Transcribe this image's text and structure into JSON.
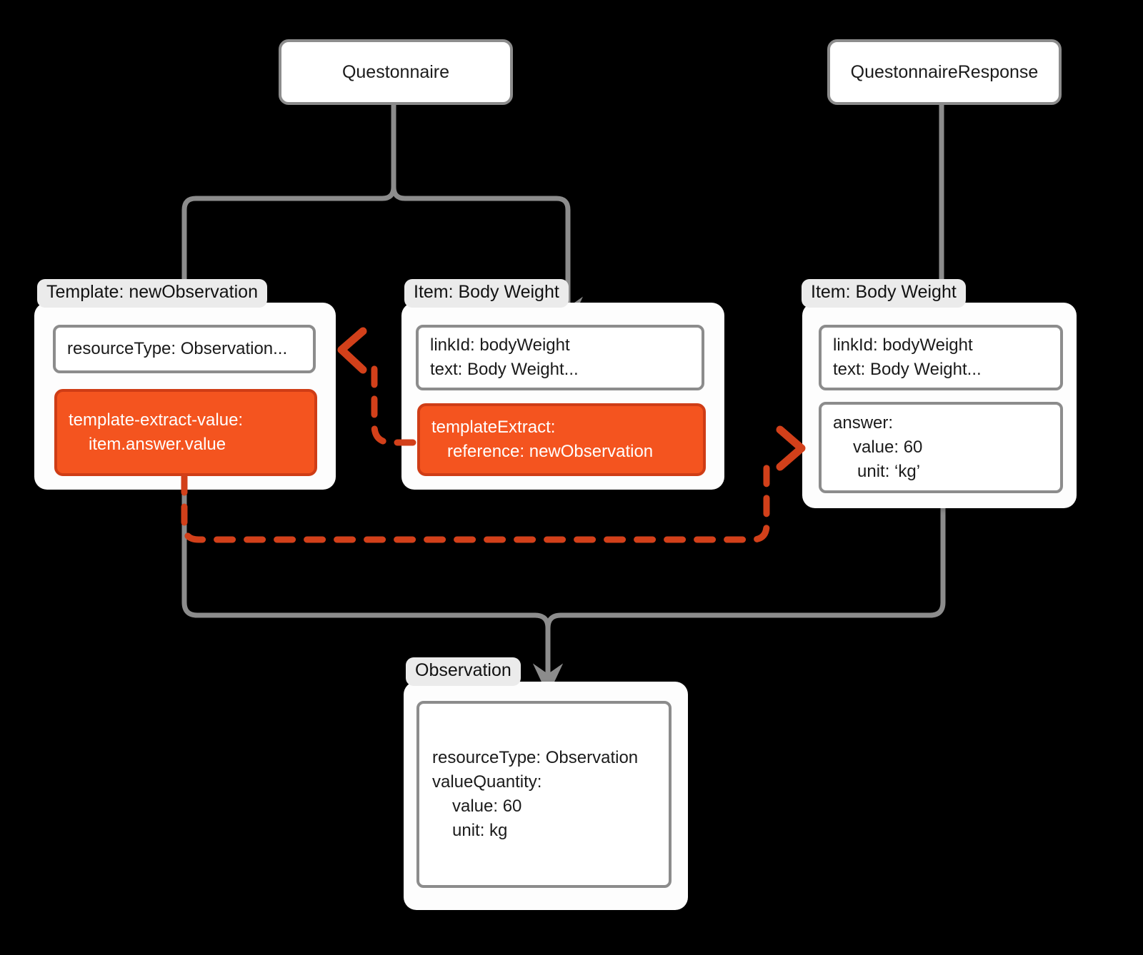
{
  "diagram": {
    "title_nodes": [
      {
        "id": "questionnaire",
        "label": "Questonnaire"
      },
      {
        "id": "questionnaire-response",
        "label": "QuestonnaireResponse"
      }
    ],
    "cards": [
      {
        "id": "template-new-observation",
        "label": "Template: newObservation",
        "fields": [
          {
            "id": "resource-type",
            "highlight": false,
            "lines": [
              "resourceType: Observation..."
            ]
          },
          {
            "id": "template-extract-value",
            "highlight": true,
            "lines": [
              "template-extract-value:",
              "item.answer.value"
            ]
          }
        ]
      },
      {
        "id": "questionnaire-item-body-weight",
        "label": "Item: Body Weight",
        "fields": [
          {
            "id": "link-id-text",
            "highlight": false,
            "lines": [
              "linkId: bodyWeight",
              "text: Body Weight..."
            ]
          },
          {
            "id": "template-extract",
            "highlight": true,
            "lines": [
              "templateExtract:",
              "reference: newObservation"
            ]
          }
        ]
      },
      {
        "id": "response-item-body-weight",
        "label": "Item: Body Weight",
        "fields": [
          {
            "id": "link-id-text-response",
            "highlight": false,
            "lines": [
              "linkId: bodyWeight",
              "text: Body Weight..."
            ]
          },
          {
            "id": "answer",
            "highlight": false,
            "lines": [
              "answer:",
              "value: 60",
              "unit: ‘kg’"
            ]
          }
        ]
      },
      {
        "id": "observation-output",
        "label": "Observation",
        "fields": [
          {
            "id": "observation-body",
            "highlight": false,
            "lines": [
              "resourceType: Observation",
              "valueQuantity:",
              "value: 60",
              "unit: kg"
            ]
          }
        ]
      }
    ],
    "text": {
      "questionnaire": "Questonnaire",
      "questionnaire_response": "QuestonnaireResponse",
      "label_template": "Template: newObservation",
      "label_item_q": "Item: Body Weight",
      "label_item_qr": "Item: Body Weight",
      "label_observation": "Observation",
      "f_resource_type": "resourceType: Observation...",
      "f_tev_key": "template-extract-value:",
      "f_tev_val": "item.answer.value",
      "f_linkid_q": "linkId: bodyWeight",
      "f_text_q": "text: Body Weight...",
      "f_te_key": "templateExtract:",
      "f_te_val": "reference: newObservation",
      "f_linkid_qr": "linkId: bodyWeight",
      "f_text_qr": "text: Body Weight...",
      "f_answer": "answer:",
      "f_answer_value": "value: 60",
      "f_answer_unit": "unit: ‘kg’",
      "f_obs_resource": "resourceType: Observation",
      "f_obs_vq": "valueQuantity:",
      "f_obs_value": "value: 60",
      "f_obs_unit": "unit: kg"
    },
    "colors": {
      "background": "#000000",
      "card_fill": "#fdfdfd",
      "label_pill": "#ebebeb",
      "box_border": "#8c8c8c",
      "connector_gray": "#8c8c8c",
      "highlight_fill": "#f4541f",
      "highlight_border": "#cf3d16",
      "dashed_arrow": "#d2401a",
      "text": "#1b1b1b",
      "highlight_text": "#ffffff"
    },
    "connectors": [
      {
        "id": "questionnaire-to-template",
        "from": "questionnaire",
        "to": "template-new-observation",
        "style": "solid-gray-arrow"
      },
      {
        "id": "questionnaire-to-item",
        "from": "questionnaire",
        "to": "questionnaire-item-body-weight",
        "style": "solid-gray-arrow"
      },
      {
        "id": "response-to-item",
        "from": "questionnaire-response",
        "to": "response-item-body-weight",
        "style": "solid-gray-arrow"
      },
      {
        "id": "template-to-observation",
        "from": "template-new-observation",
        "to": "observation-output",
        "style": "solid-gray-arrow"
      },
      {
        "id": "response-item-to-observation",
        "from": "response-item-body-weight",
        "to": "observation-output",
        "style": "solid-gray-arrow"
      },
      {
        "id": "template-extract-to-template",
        "from": "template-extract",
        "to": "resource-type",
        "style": "dashed-orange-arrow"
      },
      {
        "id": "extract-value-to-answer",
        "from": "template-extract-value",
        "to": "answer",
        "style": "dashed-orange-arrow"
      }
    ]
  }
}
